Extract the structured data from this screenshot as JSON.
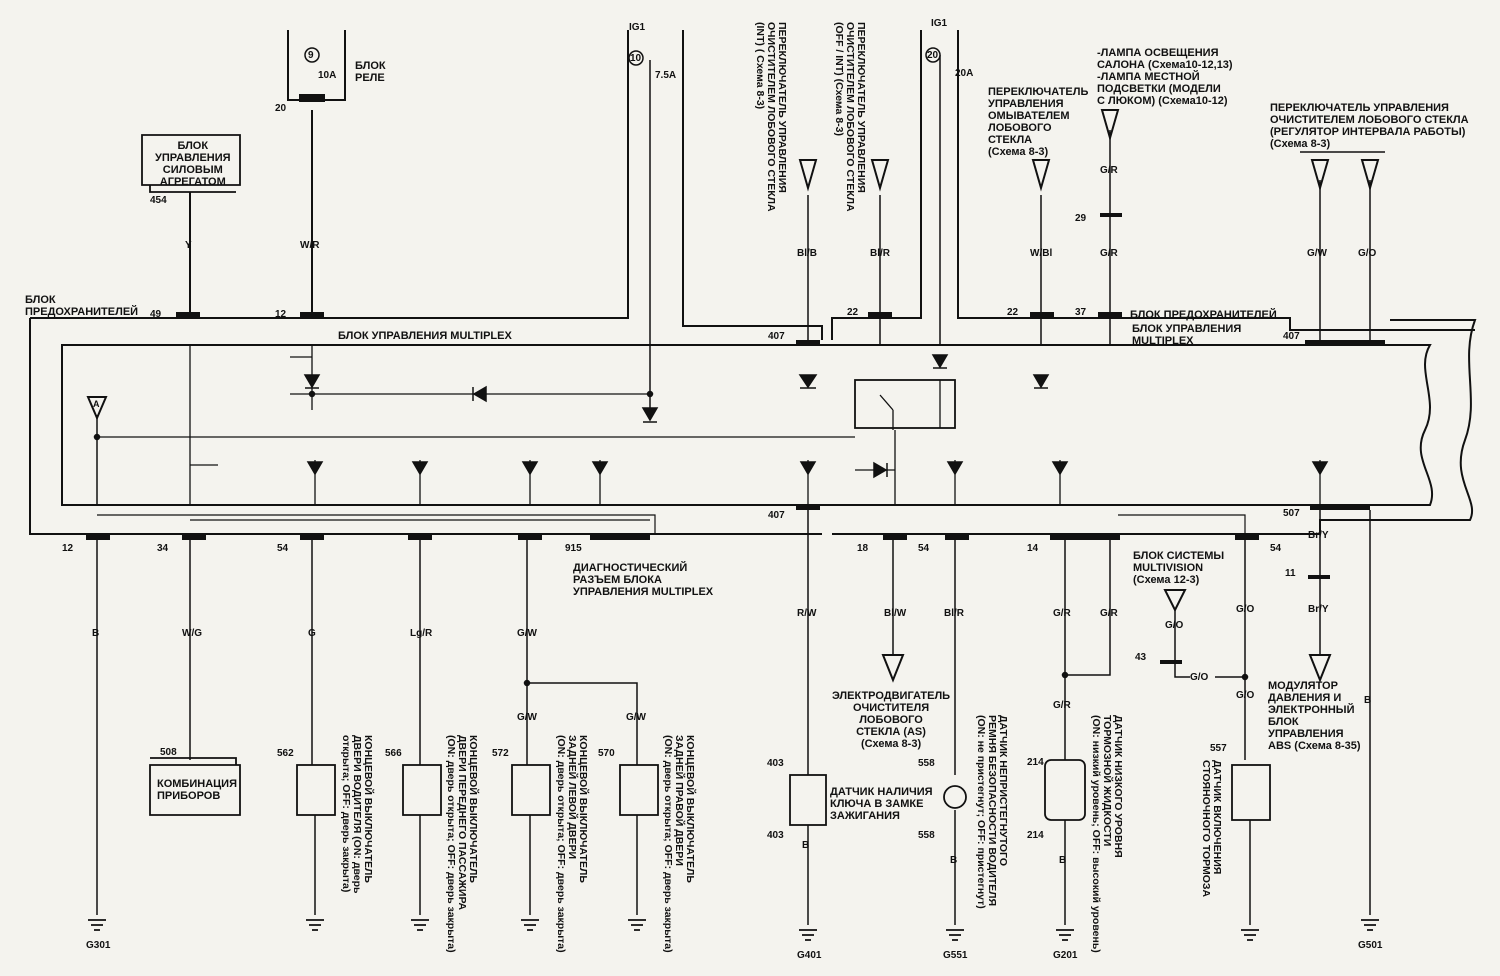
{
  "title": {
    "relay_block": "БЛОК\nРЕЛЕ",
    "ecm": "БЛОК\nУПРАВЛЕНИЯ\nСИЛОВЫМ\nАГРЕГАТОМ",
    "fuse_block_left": "БЛОК\nПРЕДОХРАНИТЕЛЕЙ",
    "multiplex_left": "БЛОК УПРАВЛЕНИЯ MULTIPLEX",
    "fuse_block_right": "БЛОК ПРЕДОХРАНИТЕЛЕЙ",
    "multiplex_right": "БЛОК УПРАВЛЕНИЯ\nMULTIPLEX",
    "diag": "ДИАГНОСТИЧЕСКИЙ\nРАЗЪЕМ БЛОКА\nУПРАВЛЕНИЯ MULTIPLEX",
    "multivision": "БЛОК СИСТЕМЫ\nMULTIVISION\n(Схема 12-3)",
    "abs": "МОДУЛЯТОР\nДАВЛЕНИЯ И\nЭЛЕКТРОННЫЙ\nБЛОК\nУПРАВЛЕНИЯ\nABS (Схема 8-35)",
    "wiper_motor": "ЭЛЕКТРОДВИГАТЕЛЬ\nОЧИСТИТЕЛЯ\nЛОБОВОГО\nСТЕКЛА (AS)\n(Схема 8-3)",
    "cluster": "КОМБИНАЦИЯ\nПРИБОРОВ",
    "key_sensor": "ДАТЧИК НАЛИЧИЯ\nКЛЮЧА В ЗАМКЕ\nЗАЖИГАНИЯ",
    "washer_sw": "ПЕРЕКЛЮЧАТЕЛЬ\nУПРАВЛЕНИЯ\nОМЫВАТЕЛЕМ\nЛОБОВОГО\nСТЕКЛА\n(Схема 8-3)",
    "lamps": "-ЛАМПА ОСВЕЩЕНИЯ\nСАЛОНА (Схема10-12,13)\n-ЛАМПА МЕСТНОЙ\nПОДСВЕТКИ (МОДЕЛИ\nС ЛЮКОМ) (Схема10-12)",
    "wiper_int_reg": "ПЕРЕКЛЮЧАТЕЛЬ УПРАВЛЕНИЯ\nОЧИСТИТЕЛЕМ ЛОБОВОГО СТЕКЛА\n(РЕГУЛЯТОР ИНТЕРВАЛА РАБОТЫ)\n(Схема 8-3)",
    "wiper_int": "ПЕРЕКЛЮЧАТЕЛЬ УПРАВЛЕНИЯ\nОЧИСТИТЕЛЕМ ЛОБОВОГО СТЕКЛА\n(INT) ( Схема 8-3)",
    "wiper_off": "ПЕРЕКЛЮЧАТЕЛЬ УПРАВЛЕНИЯ\nОЧИСТИТЕЛЕМ ЛОБОВОГО СТЕКЛА\n(OFF / INT) (Схема 8-3)",
    "sw_driver": "КОНЦЕВОЙ ВЫКЛЮЧАТЕЛЬ\nДВЕРИ ВОДИТЕЛЯ (ON: дверь\nоткрыта; OFF: дверь закрыта)",
    "sw_pass": "КОНЦЕВОЙ ВЫКЛЮЧАТЕЛЬ\nДВЕРИ ПЕРЕДНЕГО ПАССАЖИРА\n(ON: дверь открыта; OFF: дверь закрыта)",
    "sw_rl": "КОНЦЕВОЙ ВЫКЛЮЧАТЕЛЬ\nЗАДНЕЙ ЛЕВОЙ ДВЕРИ\n(ON: дверь открыта; OFF: дверь закрыта)",
    "sw_rr": "КОНЦЕВОЙ ВЫКЛЮЧАТЕЛЬ\nЗАДНЕЙ ПРАВОЙ ДВЕРИ\n(ON: дверь открыта; OFF: дверь закрыта)",
    "belt": "ДАТЧИК НЕПРИСТЕГНУТОГО\nРЕМНЯ БЕЗОПАСНОСТИ ВОДИТЕЛЯ\n(ON: не пристегнут; OFF: пристегнут)",
    "brake_fluid": "ДАТЧИК НИЗКОГО УРОВНЯ\nТОРМОЗНОЙ ЖИДКОСТИ\n(ON: низкий уровень; OFF: высокий уровень)",
    "park_brake": "ДАТЧИК ВКЛЮЧЕНИЯ\nСТОЯНОЧНОГО ТОРМОЗА"
  },
  "fuses": {
    "f9": "9",
    "f9_rating": "10A",
    "f10": "10",
    "f10_rating": "7.5A",
    "f10_src": "IG1",
    "f20": "20",
    "f20_rating": "20A",
    "f20_src": "IG1"
  },
  "wires": {
    "y": "Y",
    "wr": "W/R",
    "blb": "Bl/B",
    "blr": "Bl/R",
    "wbl": "W/Bl",
    "gr": "G/R",
    "gw": "G/W",
    "go": "G/O",
    "b": "B",
    "wg": "W/G",
    "g": "G",
    "lgr": "Lg/R",
    "rw": "R/W",
    "blw": "Bl/W",
    "bry": "Br/Y"
  },
  "connectors": {
    "c454": "454",
    "c20": "20",
    "c49": "49",
    "c12": "12",
    "c407": "407",
    "c22": "22",
    "c37": "37",
    "c29": "29",
    "c507": "507",
    "c34": "34",
    "c54": "54",
    "c915": "915",
    "c18": "18",
    "c14": "14",
    "c11": "11",
    "c43": "43",
    "c508": "508",
    "c562": "562",
    "c566": "566",
    "c572": "572",
    "c570": "570",
    "c403": "403",
    "c558": "558",
    "c214": "214",
    "c557": "557"
  },
  "grounds": {
    "g301": "G301",
    "g401": "G401",
    "g551": "G551",
    "g201": "G201",
    "g501": "G501"
  },
  "letters": {
    "a": "A"
  }
}
